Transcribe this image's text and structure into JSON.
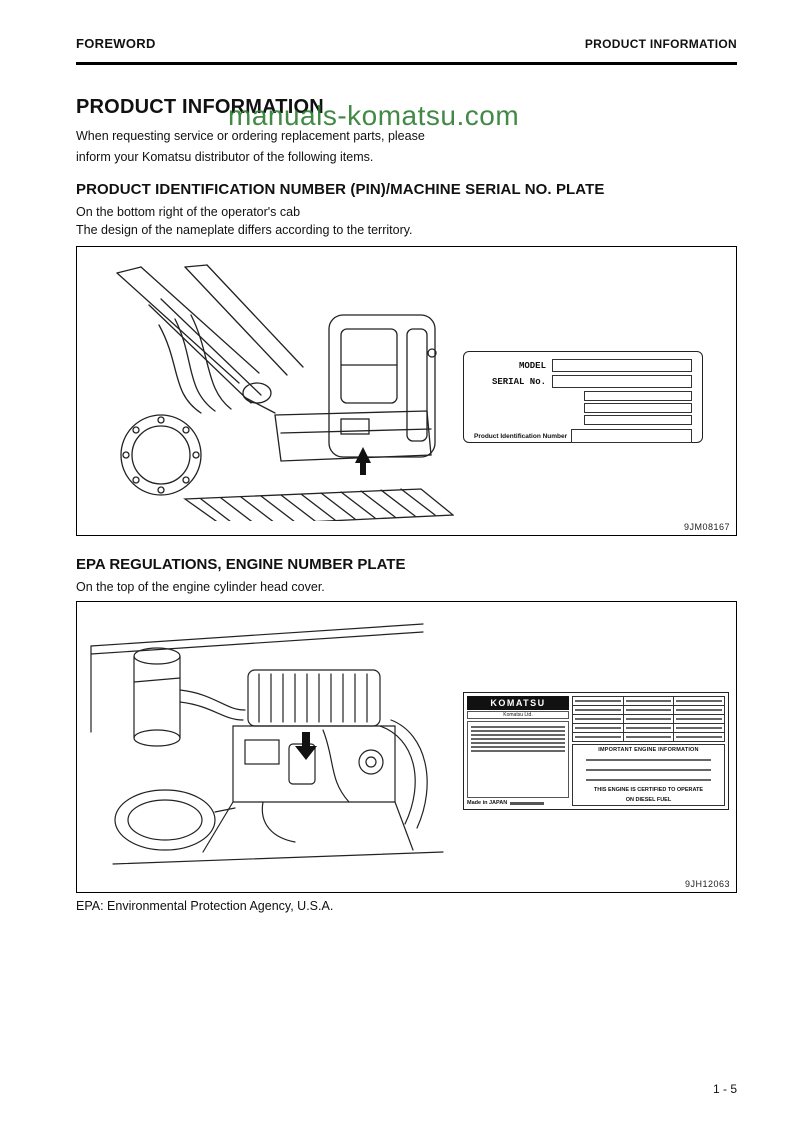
{
  "page": {
    "header_left": "FOREWORD",
    "header_right": "PRODUCT INFORMATION",
    "page_number": "1 - 5",
    "watermark": "manuals-komatsu.com",
    "watermark_color": "#2e7d32"
  },
  "content": {
    "title": "PRODUCT INFORMATION",
    "intro_line1": "When requesting service or ordering replacement parts, please",
    "intro_line2": "inform your Komatsu distributor of the following items.",
    "section1": {
      "heading": "PRODUCT IDENTIFICATION NUMBER (PIN)/MACHINE SERIAL NO. PLATE",
      "line1": "On the bottom right of the operator's cab",
      "line2": "The design of the nameplate differs according to the territory.",
      "figure_id": "9JM08167",
      "nameplate": {
        "model_label": "MODEL",
        "serial_label": "SERIAL No.",
        "pin_label": "Product Identification Number"
      }
    },
    "section2": {
      "heading": "EPA REGULATIONS, ENGINE NUMBER PLATE",
      "line1": "On the top of the engine cylinder head cover.",
      "figure_id": "9JH12063",
      "engine_plate": {
        "brand": "KOMATSU",
        "maker": "Komatsu Ltd.",
        "made_in": "Made in JAPAN",
        "info_title": "IMPORTANT ENGINE INFORMATION",
        "certified_line1": "THIS ENGINE IS CERTIFIED TO OPERATE",
        "certified_line2": "ON DIESEL FUEL"
      }
    },
    "epa_note": "EPA: Environmental Protection Agency, U.S.A."
  }
}
